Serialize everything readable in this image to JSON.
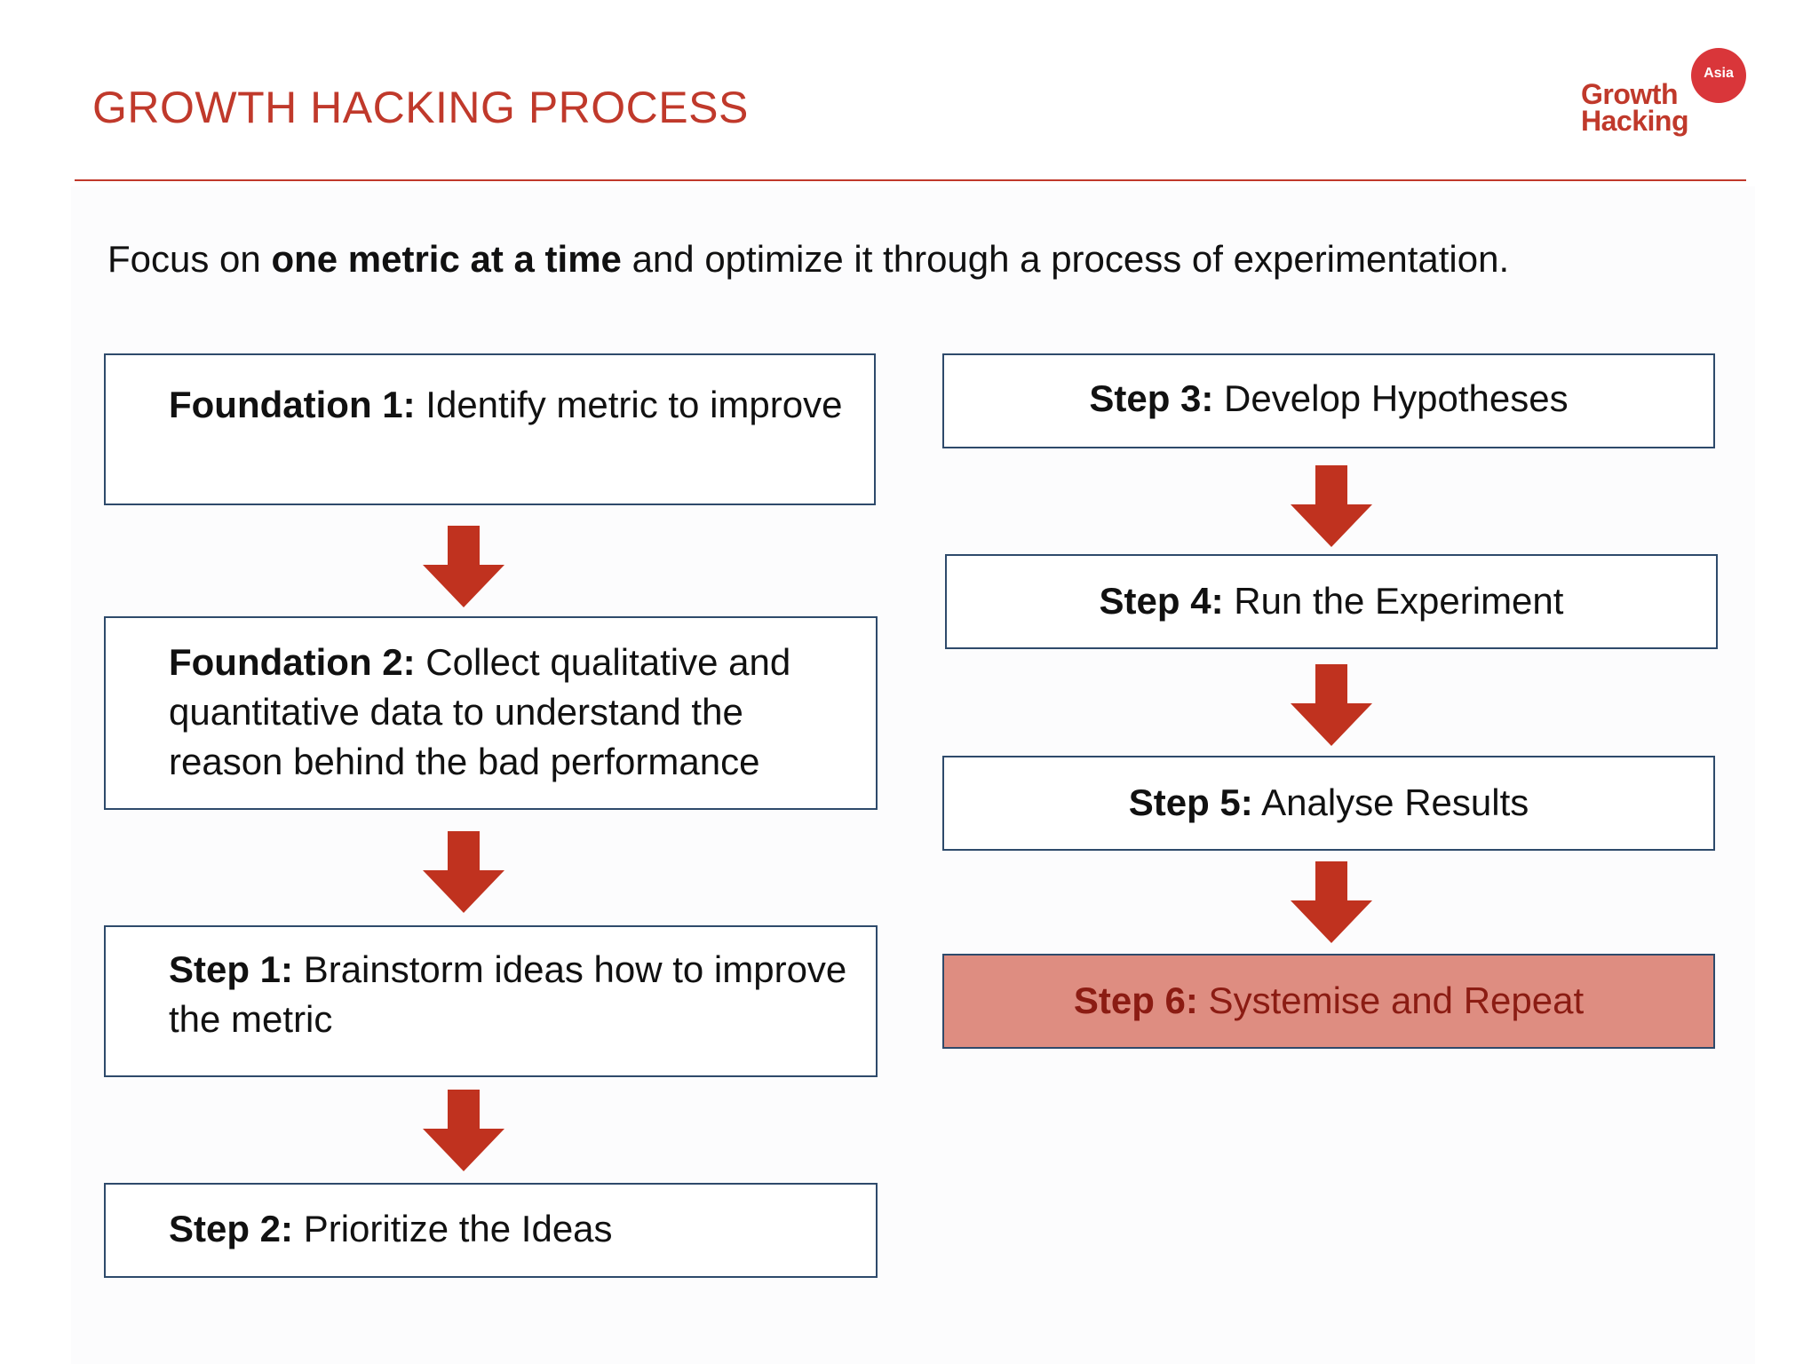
{
  "header": {
    "title": "GROWTH HACKING PROCESS",
    "logo": {
      "line1": "Growth",
      "line2": "Hacking",
      "badge": "Asia",
      "brand_color": "#c0392b"
    }
  },
  "intro": {
    "before": "Focus on ",
    "bold": "one metric at a time",
    "after": " and optimize it through a process of experimentation."
  },
  "colors": {
    "accent": "#c0392b",
    "arrow": "#c0321f",
    "box_border": "#2e4a6b",
    "highlight_fill": "#de8d81",
    "highlight_text": "#8b1c13"
  },
  "steps": [
    {
      "label": "Foundation 1:",
      "text": " Identify metric to improve"
    },
    {
      "label": "Foundation 2:",
      "text": " Collect qualitative and quantitative data to understand the reason behind the bad performance"
    },
    {
      "label": "Step 1:",
      "text": " Brainstorm ideas how to improve the metric"
    },
    {
      "label": "Step 2:",
      "text": " Prioritize the Ideas"
    },
    {
      "label": "Step 3:",
      "text": " Develop Hypotheses"
    },
    {
      "label": "Step 4:",
      "text": " Run the Experiment"
    },
    {
      "label": "Step 5:",
      "text": " Analyse Results"
    },
    {
      "label": "Step 6:",
      "text": " Systemise and Repeat",
      "highlighted": true
    }
  ]
}
